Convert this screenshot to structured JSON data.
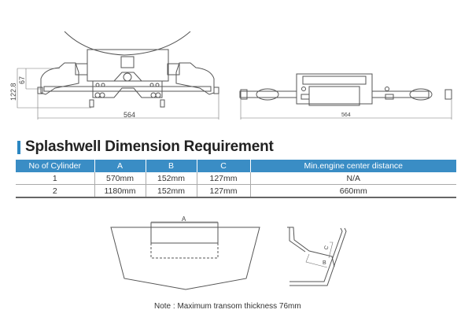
{
  "top_left_drawing": {
    "dim_height_total": "122.8",
    "dim_height_partial": "67",
    "dim_width": "564"
  },
  "top_right_drawing": {
    "dim_width": "564"
  },
  "section": {
    "title": "Splashwell Dimension Requirement",
    "accent_color": "#2b87c2"
  },
  "table": {
    "header_color": "#3a8dc5",
    "columns": [
      "No of Cylinder",
      "A",
      "B",
      "C",
      "Min.engine center distance"
    ],
    "rows": [
      [
        "1",
        "570mm",
        "152mm",
        "127mm",
        "N/A"
      ],
      [
        "2",
        "1180mm",
        "152mm",
        "127mm",
        "660mm"
      ]
    ]
  },
  "bottom_drawing": {
    "label_a": "A",
    "label_b": "B",
    "label_c": "C"
  },
  "note": "Note : Maximum transom thickness 76mm"
}
